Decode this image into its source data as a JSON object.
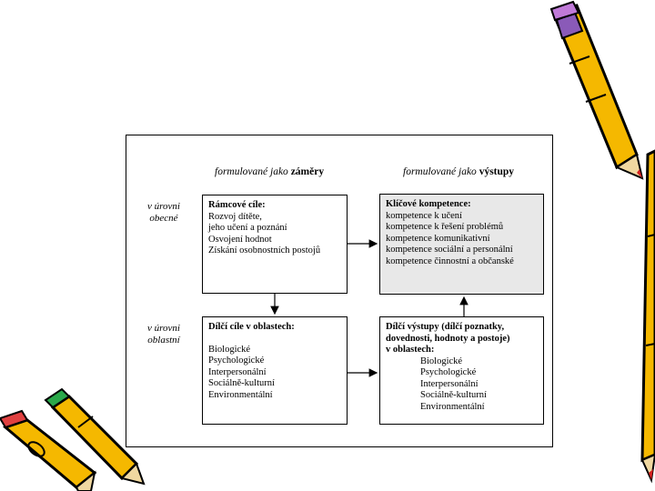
{
  "header": {
    "left_prefix": "formulované jako",
    "left_bold": "záměry",
    "right_prefix": "formulované jako",
    "right_bold": "výstupy"
  },
  "rows": [
    {
      "label_line1": "v úrovni",
      "label_line2": "obecné"
    },
    {
      "label_line1": "v úrovni",
      "label_line2": "oblastní"
    }
  ],
  "boxes": {
    "framework_goals": {
      "title": "Rámcové cíle:",
      "lines": [
        "Rozvoj dítěte,",
        "jeho učení a poznání",
        "Osvojení hodnot",
        "Získání osobnostních postojů"
      ]
    },
    "key_competences": {
      "title": "Klíčové kompetence:",
      "lines": [
        "kompetence k učení",
        "kompetence k řešení problémů",
        "kompetence komunikativní",
        "kompetence sociální a personální",
        "kompetence činnostní a občanské"
      ]
    },
    "partial_goals": {
      "title": "Dílčí cíle v oblastech:",
      "lines": [
        "Biologické",
        "Psychologické",
        "Interpersonální",
        "Sociálně-kulturní",
        "Environmentální"
      ]
    },
    "partial_outputs": {
      "title_lines": [
        "Dílčí výstupy (dílčí poznatky,",
        "dovednosti, hodnoty a postoje)",
        "v oblastech:"
      ],
      "lines": [
        "Biologické",
        "Psychologické",
        "Interpersonální",
        "Sociálně-kulturní",
        "Environmentální"
      ]
    }
  },
  "colors": {
    "highlight_box": "#e8e8e8",
    "pencil_body": "#f5b800",
    "pencil_tip_red": "#d42020",
    "eraser_purple": "#8a5ab8",
    "eraser_green": "#2aa84a"
  }
}
